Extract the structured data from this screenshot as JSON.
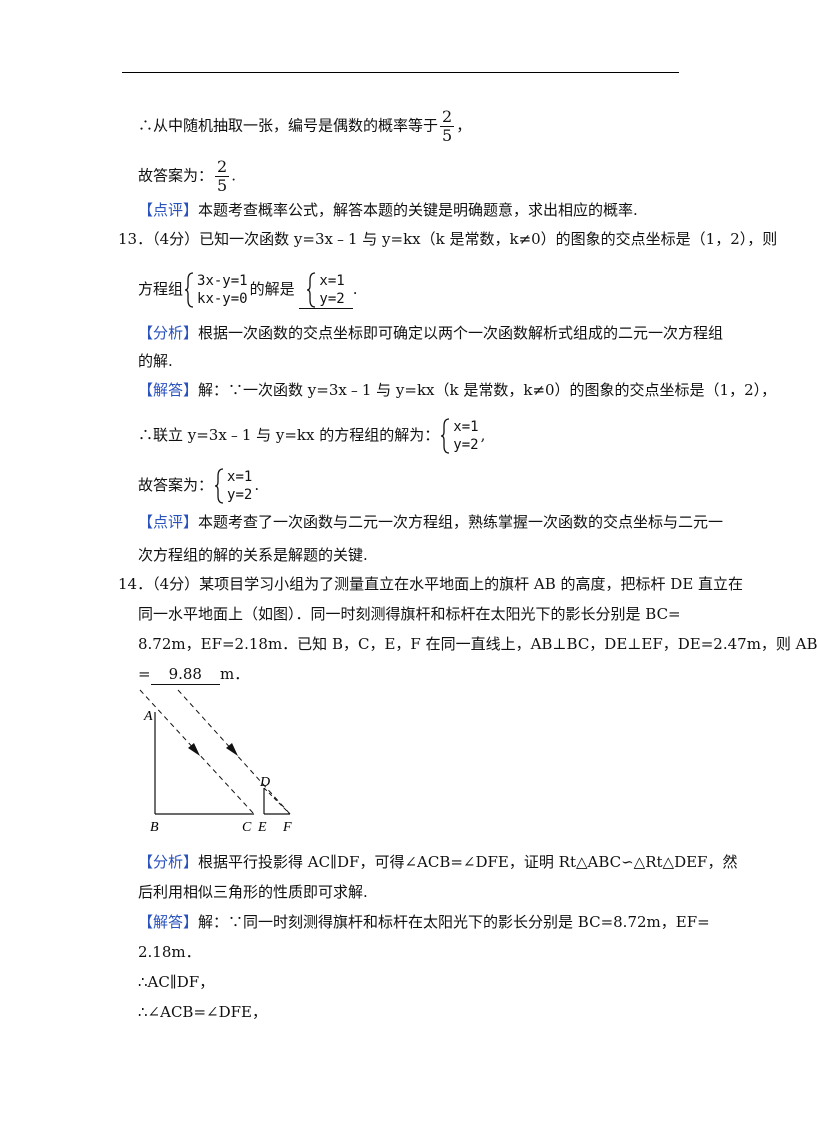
{
  "p12": {
    "line1_pre": "∴从中随机抽取一张，编号是偶数的概率等于",
    "line1_post": "，",
    "line2_pre": "故答案为：",
    "line2_post": ".",
    "frac_num": "2",
    "frac_den": "5",
    "comment_tag": "【点评】",
    "comment_text": "本题考查概率公式，解答本题的关键是明确题意，求出相应的概率."
  },
  "p13": {
    "number": "13．",
    "stem_a": "（4分）已知一次函数 y=3x﹣1 与 y=kx（k 是常数，k≠0）的图象的交点坐标是（1，2），则",
    "stem_b_pre": "方程组",
    "sys_eq1": "3x-y=1",
    "sys_eq2": "kx-y=0",
    "stem_b_mid": "的解是",
    "ans_eq1": "x=1",
    "ans_eq2": "y=2",
    "stem_b_end": ".",
    "analysis_tag": "【分析】",
    "analysis_1": "根据一次函数的交点坐标即可确定以两个一次函数解析式组成的二元一次方程组",
    "analysis_2": "的解.",
    "solution_tag": "【解答】",
    "solution_1": "解：∵一次函数 y=3x﹣1 与 y=kx（k 是常数，k≠0）的图象的交点坐标是（1，2），",
    "solution_2_pre": "∴联立 y=3x﹣1 与 y=kx 的方程组的解为：",
    "solution_2_post": ",",
    "answer_pre": "故答案为：",
    "answer_post": ".",
    "comment_tag": "【点评】",
    "comment_1": "本题考查了一次函数与二元一次方程组，熟练掌握一次函数的交点坐标与二元一",
    "comment_2": "次方程组的解的关系是解题的关键."
  },
  "p14": {
    "number": "14．",
    "stem_1": "（4分）某项目学习小组为了测量直立在水平地面上的旗杆 AB 的高度，把标杆 DE 直立在",
    "stem_2": "同一水平地面上（如图）．同一时刻测得旗杆和标杆在太阳光下的影长分别是 BC=",
    "stem_3": "8.72m，EF=2.18m．已知 B，C，E，F 在同一直线上，AB⊥BC，DE⊥EF，DE=2.47m，则 AB",
    "stem_4_pre": "=",
    "answer": "9.88",
    "stem_4_post": "m．",
    "fig_labels": {
      "A": "A",
      "B": "B",
      "C": "C",
      "D": "D",
      "E": "E",
      "F": "F"
    },
    "analysis_tag": "【分析】",
    "analysis_1": "根据平行投影得 AC∥DF，可得∠ACB=∠DFE，证明 Rt△ABC∽△Rt△DEF，然",
    "analysis_2": "后利用相似三角形的性质即可求解.",
    "solution_tag": "【解答】",
    "solution_1": "解：∵同一时刻测得旗杆和标杆在太阳光下的影长分别是 BC=8.72m，EF=",
    "solution_2": "2.18m．",
    "solution_3": "∴AC∥DF，",
    "solution_4": "∴∠ACB=∠DFE，"
  }
}
